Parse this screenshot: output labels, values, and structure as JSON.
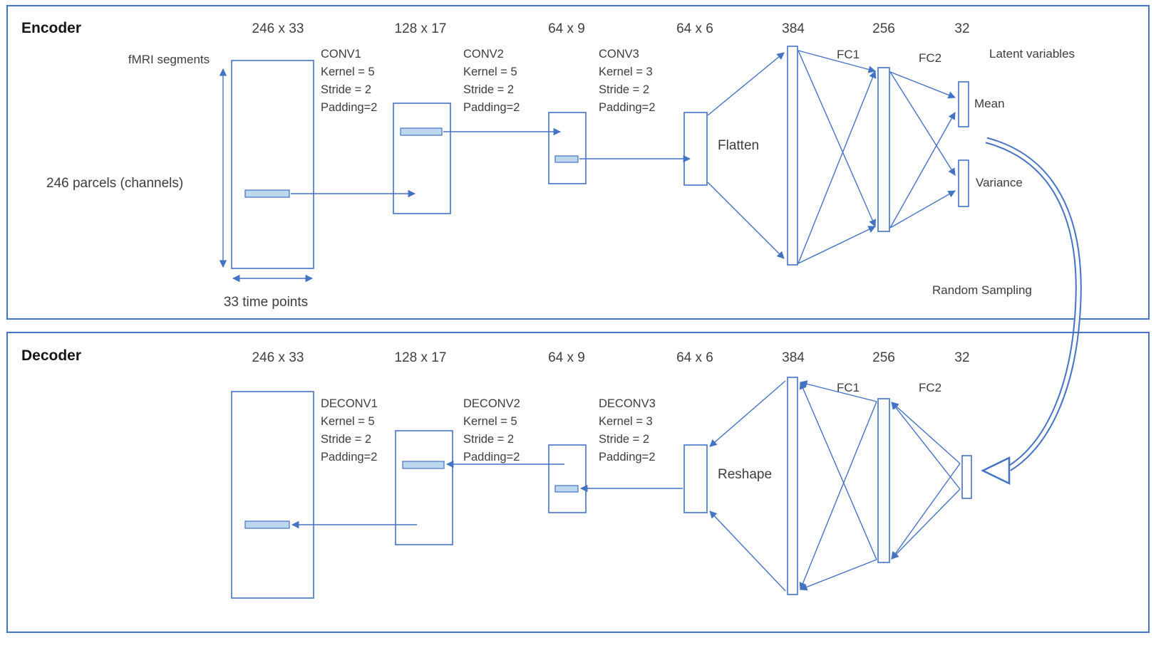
{
  "encoder": {
    "title": "Encoder",
    "dims": [
      "246 x 33",
      "128 x 17",
      "64 x 9",
      "64 x 6",
      "384",
      "256",
      "32"
    ],
    "input": {
      "segments_label": "fMRI segments",
      "channels_label": "246 parcels (channels)",
      "time_label": "33 time points"
    },
    "conv1": {
      "title": "CONV1",
      "kernel": "Kernel = 5",
      "stride": "Stride = 2",
      "padding": "Padding=2"
    },
    "conv2": {
      "title": "CONV2",
      "kernel": "Kernel = 5",
      "stride": "Stride = 2",
      "padding": "Padding=2"
    },
    "conv3": {
      "title": "CONV3",
      "kernel": "Kernel = 3",
      "stride": "Stride = 2",
      "padding": "Padding=2"
    },
    "flatten_label": "Flatten",
    "fc1_label": "FC1",
    "fc2_label": "FC2",
    "latent_label": "Latent variables",
    "mean_label": "Mean",
    "variance_label": "Variance"
  },
  "sampling_label": "Random Sampling",
  "decoder": {
    "title": "Decoder",
    "dims": [
      "246 x 33",
      "128 x 17",
      "64 x 9",
      "64 x 6",
      "384",
      "256",
      "32"
    ],
    "deconv1": {
      "title": "DECONV1",
      "kernel": "Kernel = 5",
      "stride": "Stride = 2",
      "padding": "Padding=2"
    },
    "deconv2": {
      "title": "DECONV2",
      "kernel": "Kernel = 5",
      "stride": "Stride = 2",
      "padding": "Padding=2"
    },
    "deconv3": {
      "title": "DECONV3",
      "kernel": "Kernel = 3",
      "stride": "Stride = 2",
      "padding": "Padding=2"
    },
    "reshape_label": "Reshape",
    "fc1_label": "FC1",
    "fc2_label": "FC2"
  },
  "colors": {
    "line": "#4472C4",
    "kernel_fill": "#BDD7EE",
    "text": "#3d3d3d"
  }
}
